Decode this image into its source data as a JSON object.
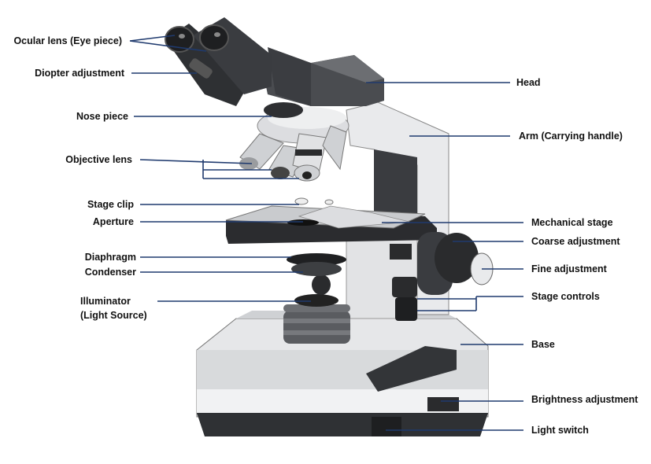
{
  "labels": {
    "ocular_lens": "Ocular lens (Eye piece)",
    "diopter": "Diopter adjustment",
    "nose_piece": "Nose piece",
    "objective_lens": "Objective lens",
    "stage_clip": "Stage clip",
    "aperture": "Aperture",
    "diaphragm": "Diaphragm",
    "condenser": "Condenser",
    "illuminator": "Illuminator",
    "light_source": "(Light Source)",
    "head": "Head",
    "arm": "Arm (Carrying handle)",
    "mechanical_stage": "Mechanical stage",
    "coarse": "Coarse adjustment",
    "fine": "Fine adjustment",
    "stage_controls": "Stage controls",
    "base": "Base",
    "brightness": "Brightness adjustment",
    "light_switch": "Light switch"
  },
  "colors": {
    "leader_line": "#1f3a6e",
    "body_light": "#e4e6e8",
    "body_dark": "#3a3c40"
  }
}
